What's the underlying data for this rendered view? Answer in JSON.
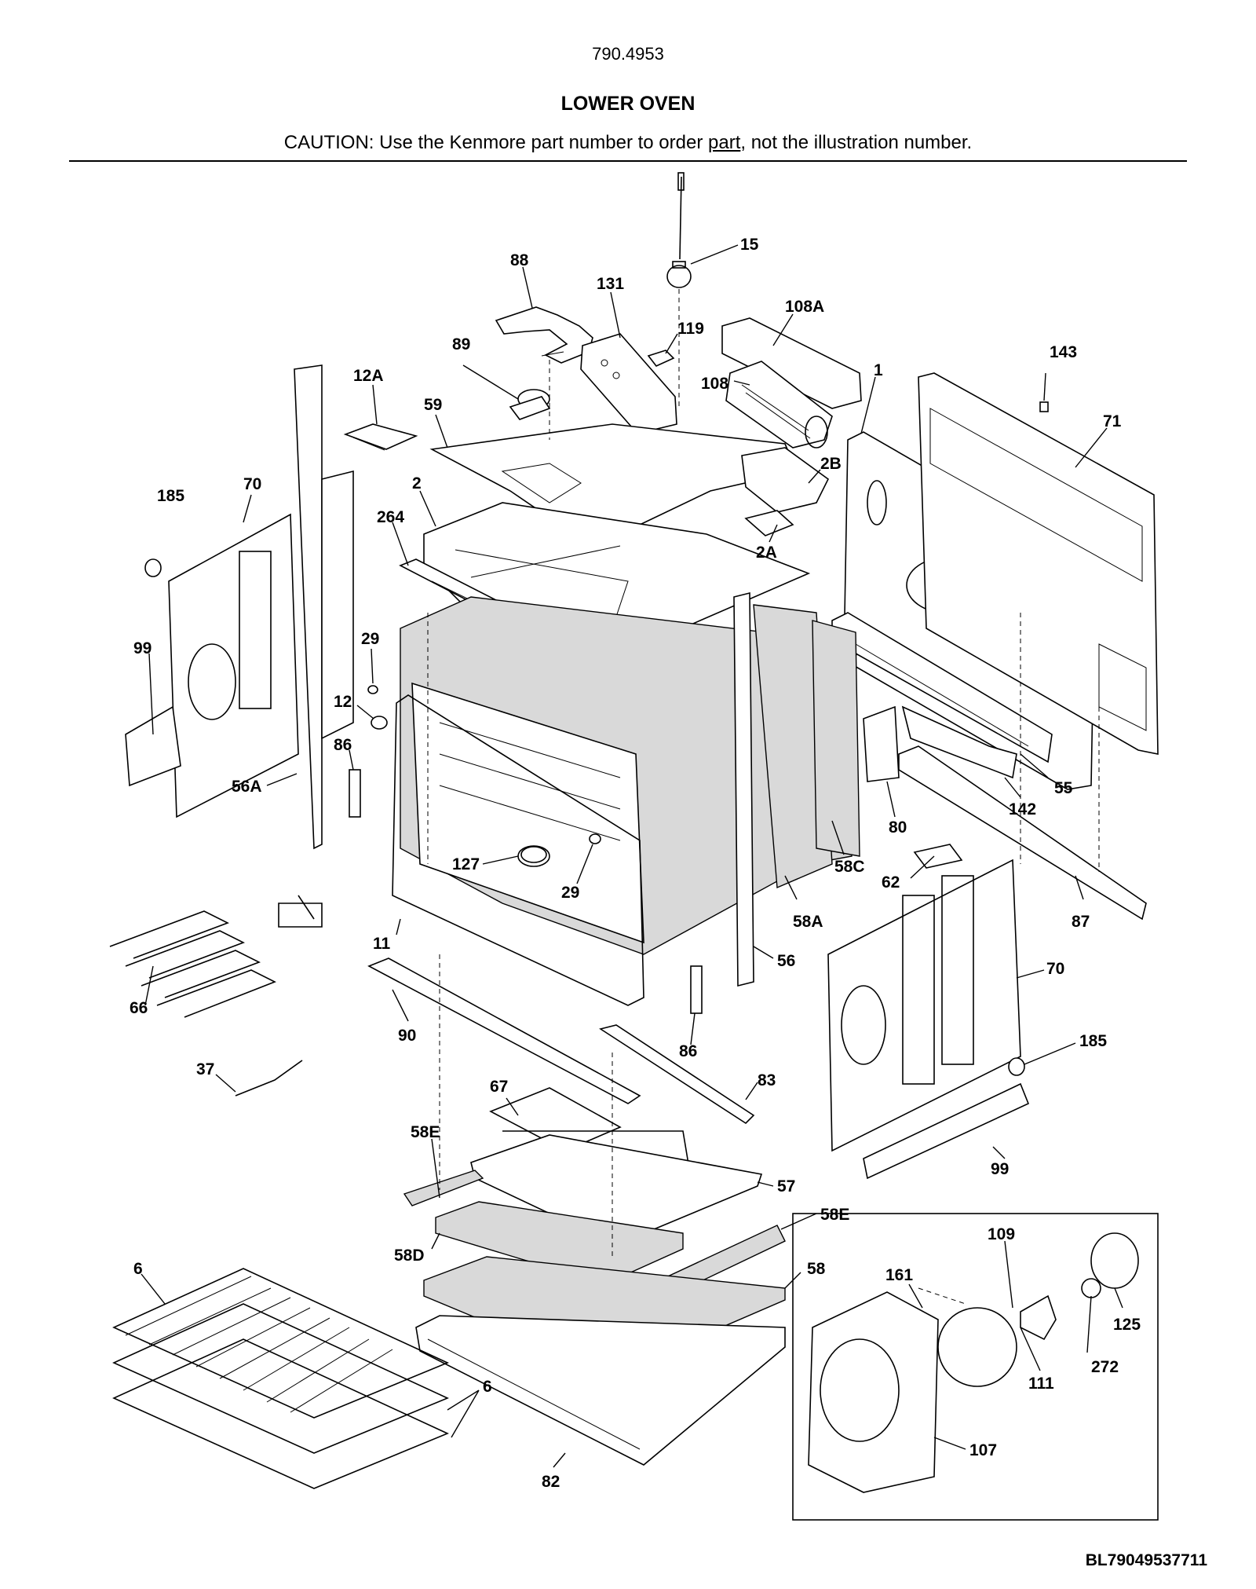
{
  "header": {
    "model": "790.4953",
    "title": "LOWER OVEN",
    "caution_before": "CAUTION: Use the Kenmore part number to order ",
    "caution_link": "part",
    "caution_after": ", not the illustration number."
  },
  "figure_code": "BL79049537711",
  "callouts": [
    {
      "id": "c15",
      "label": "15"
    },
    {
      "id": "c88",
      "label": "88"
    },
    {
      "id": "c131",
      "label": "131"
    },
    {
      "id": "c108A",
      "label": "108A"
    },
    {
      "id": "c119",
      "label": "119"
    },
    {
      "id": "c89",
      "label": "89"
    },
    {
      "id": "c12A",
      "label": "12A"
    },
    {
      "id": "c108",
      "label": "108"
    },
    {
      "id": "c143",
      "label": "143"
    },
    {
      "id": "c1",
      "label": "1"
    },
    {
      "id": "c59",
      "label": "59"
    },
    {
      "id": "c71",
      "label": "71"
    },
    {
      "id": "c185a",
      "label": "185"
    },
    {
      "id": "c70a",
      "label": "70"
    },
    {
      "id": "c2",
      "label": "2"
    },
    {
      "id": "c2B",
      "label": "2B"
    },
    {
      "id": "c264",
      "label": "264"
    },
    {
      "id": "c2A",
      "label": "2A"
    },
    {
      "id": "c29a",
      "label": "29"
    },
    {
      "id": "c99a",
      "label": "99"
    },
    {
      "id": "c12",
      "label": "12"
    },
    {
      "id": "c86a",
      "label": "86"
    },
    {
      "id": "c56A",
      "label": "56A"
    },
    {
      "id": "c55",
      "label": "55"
    },
    {
      "id": "c142",
      "label": "142"
    },
    {
      "id": "c80",
      "label": "80"
    },
    {
      "id": "c58C",
      "label": "58C"
    },
    {
      "id": "c127",
      "label": "127"
    },
    {
      "id": "c29b",
      "label": "29"
    },
    {
      "id": "c62",
      "label": "62"
    },
    {
      "id": "c87",
      "label": "87"
    },
    {
      "id": "c58A",
      "label": "58A"
    },
    {
      "id": "c11",
      "label": "11"
    },
    {
      "id": "c56",
      "label": "56"
    },
    {
      "id": "c70b",
      "label": "70"
    },
    {
      "id": "c66",
      "label": "66"
    },
    {
      "id": "c90",
      "label": "90"
    },
    {
      "id": "c86b",
      "label": "86"
    },
    {
      "id": "c185b",
      "label": "185"
    },
    {
      "id": "c37",
      "label": "37"
    },
    {
      "id": "c67",
      "label": "67"
    },
    {
      "id": "c83",
      "label": "83"
    },
    {
      "id": "c58Ea",
      "label": "58E"
    },
    {
      "id": "c57",
      "label": "57"
    },
    {
      "id": "c99b",
      "label": "99"
    },
    {
      "id": "c58Eb",
      "label": "58E"
    },
    {
      "id": "c109",
      "label": "109"
    },
    {
      "id": "c58D",
      "label": "58D"
    },
    {
      "id": "c6a",
      "label": "6"
    },
    {
      "id": "c58",
      "label": "58"
    },
    {
      "id": "c161",
      "label": "161"
    },
    {
      "id": "c125",
      "label": "125"
    },
    {
      "id": "c111",
      "label": "111"
    },
    {
      "id": "c272",
      "label": "272"
    },
    {
      "id": "c6b",
      "label": "6"
    },
    {
      "id": "c107",
      "label": "107"
    },
    {
      "id": "c82",
      "label": "82"
    }
  ]
}
